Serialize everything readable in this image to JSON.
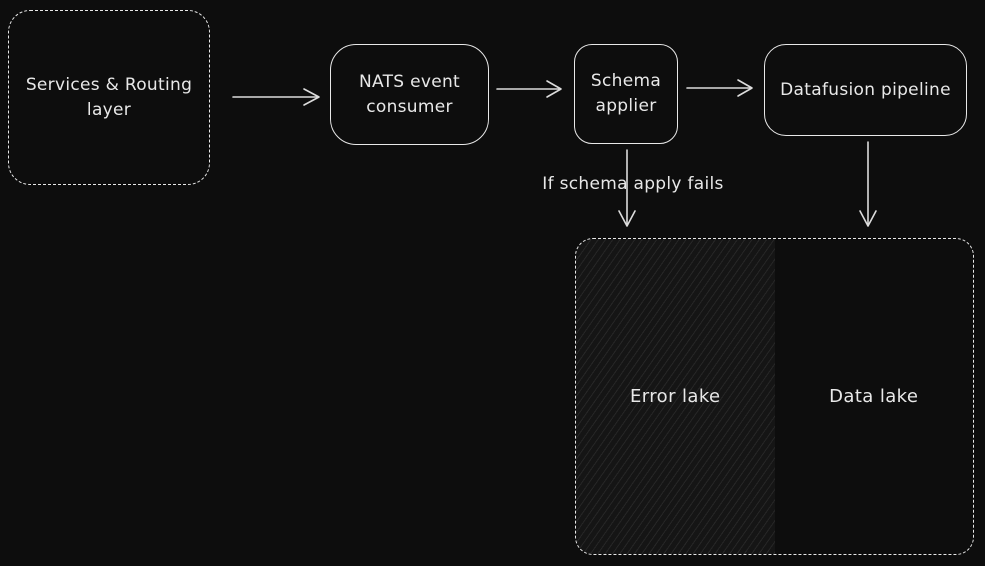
{
  "canvas": {
    "background": "#0d0d0d",
    "stroke_color": "#e8e8e8"
  },
  "nodes": {
    "services_routing": {
      "label": "Services & Routing layer"
    },
    "nats_consumer": {
      "label": "NATS event consumer"
    },
    "schema_applier": {
      "label": "Schema applier"
    },
    "datafusion_pipeline": {
      "label": "Datafusion pipeline"
    },
    "error_lake": {
      "label": "Error lake"
    },
    "data_lake": {
      "label": "Data lake"
    }
  },
  "annotations": {
    "schema_fail": "If schema apply fails"
  }
}
